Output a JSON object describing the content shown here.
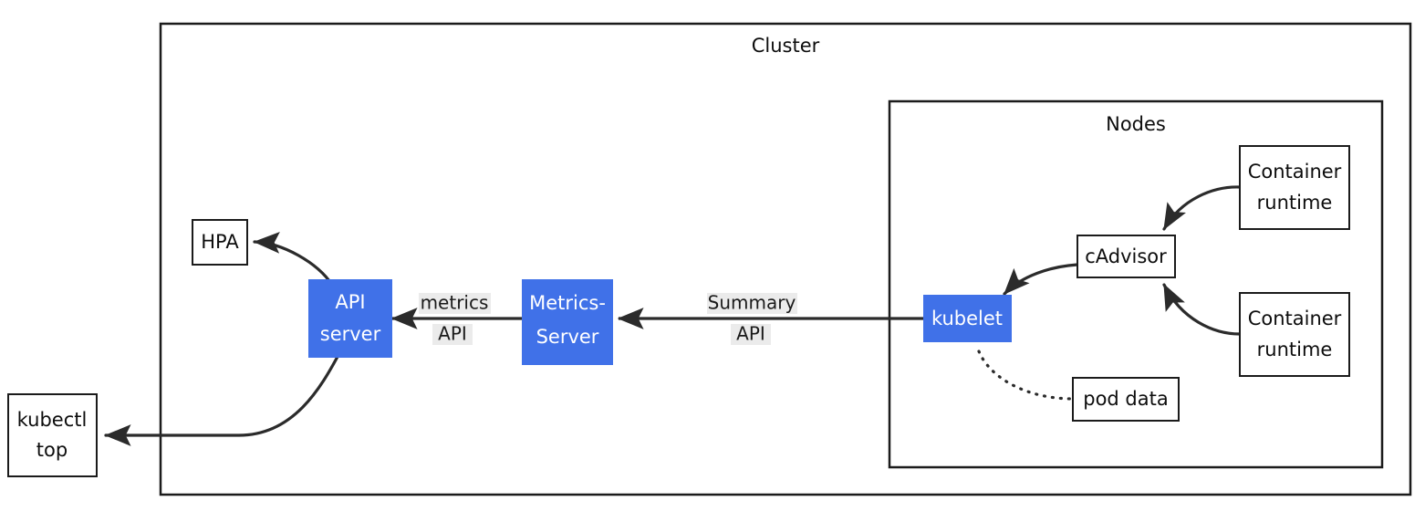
{
  "diagram": {
    "title_groups": {
      "cluster": "Cluster",
      "nodes": "Nodes"
    },
    "nodes": {
      "hpa": "HPA",
      "api_server_line1": "API",
      "api_server_line2": "server",
      "metrics_server_line1": "Metrics-",
      "metrics_server_line2": "Server",
      "kubelet": "kubelet",
      "cadvisor": "cAdvisor",
      "container_runtime_top_line1": "Container",
      "container_runtime_top_line2": "runtime",
      "container_runtime_bottom_line1": "Container",
      "container_runtime_bottom_line2": "runtime",
      "pod_data": "pod data",
      "kubectl_top_line1": "kubectl",
      "kubectl_top_line2": "top"
    },
    "edge_labels": {
      "metrics_api_line1": "metrics",
      "metrics_api_line2": "API",
      "summary_api_line1": "Summary",
      "summary_api_line2": "API"
    },
    "colors": {
      "accent_blue": "#4071e8",
      "stroke_dark": "#1b1b1b",
      "edge_gray": "#2b2b2b",
      "label_highlight": "#ebebeb",
      "background": "#ffffff"
    }
  }
}
